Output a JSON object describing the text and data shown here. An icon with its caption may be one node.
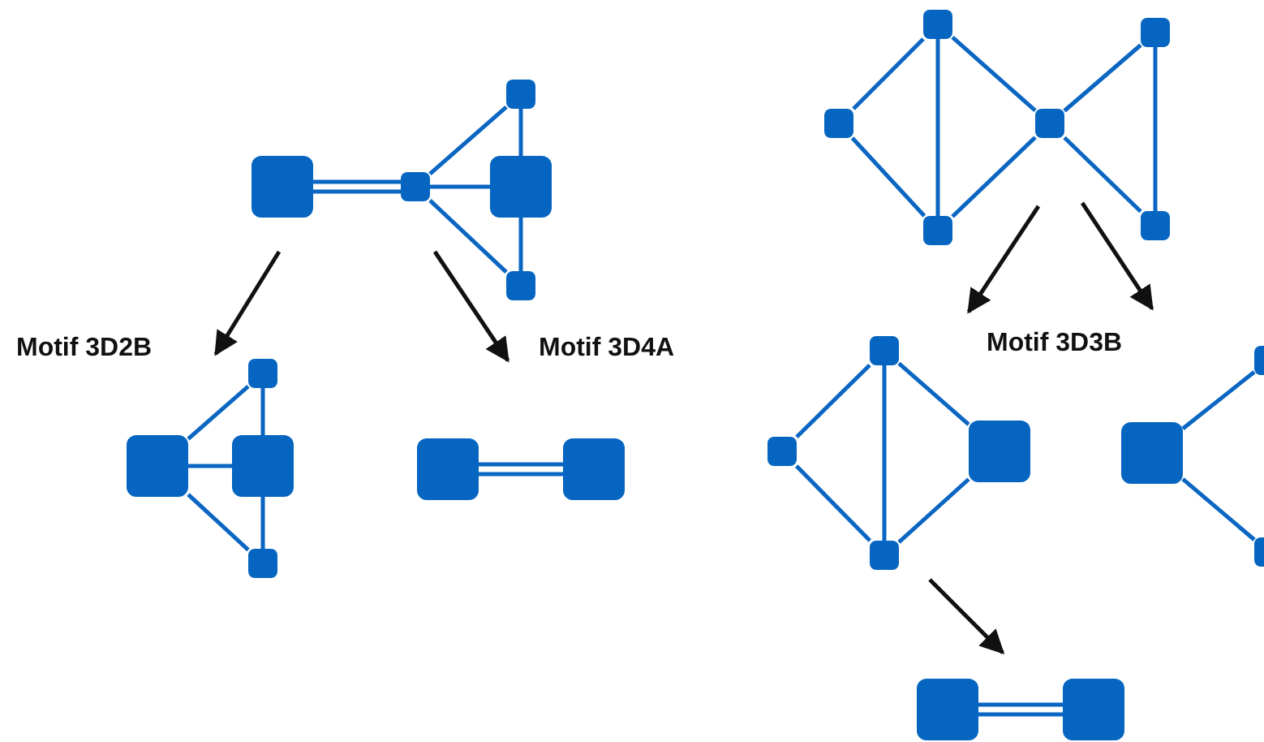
{
  "diagram": {
    "nodes": [
      {
        "text": [],
        "shape": "box"
      },
      {
        "text": [],
        "shape": "box"
      },
      {
        "text": [],
        "shape": "box"
      },
      {
        "text": [],
        "shape": "box"
      },
      {
        "text": [],
        "shape": "box"
      },
      {
        "text": [],
        "shape": "box"
      },
      {
        "text": [],
        "shape": "box"
      },
      {
        "text": [],
        "shape": "box"
      },
      {
        "text": [],
        "shape": "box"
      },
      {
        "text": [],
        "shape": "box"
      },
      {
        "text": [],
        "shape": "box"
      },
      {
        "text": [],
        "shape": "box"
      },
      {
        "text": [],
        "shape": "box"
      },
      {
        "text": [],
        "shape": "box"
      },
      {
        "text": [],
        "shape": "box"
      },
      {
        "text": [],
        "shape": "box"
      },
      {
        "text": [],
        "shape": "box"
      },
      {
        "text": [],
        "shape": "box"
      },
      {
        "text": [],
        "shape": "box"
      },
      {
        "text": [],
        "shape": "box"
      },
      {
        "text": [],
        "shape": "box"
      },
      {
        "text": [],
        "shape": "box"
      },
      {
        "text": [],
        "shape": "box"
      },
      {
        "text": [],
        "shape": "box"
      },
      {
        "text": [],
        "shape": "box"
      },
      {
        "text": [],
        "shape": "box"
      }
    ],
    "edges": [
      {
        "from": 0,
        "to": 1,
        "arrow": "none"
      },
      {
        "from": 0,
        "to": 1,
        "arrow": "none"
      },
      {
        "from": 1,
        "to": 2,
        "arrow": "none"
      },
      {
        "from": 1,
        "to": 3,
        "arrow": "none"
      },
      {
        "from": 1,
        "to": 4,
        "arrow": "none"
      },
      {
        "from": 2,
        "to": 3,
        "arrow": "none"
      },
      {
        "from": 3,
        "to": 4,
        "arrow": "none"
      },
      {
        "from": 6,
        "to": 5,
        "arrow": "none"
      },
      {
        "from": 6,
        "to": 7,
        "arrow": "none"
      },
      {
        "from": 6,
        "to": 8,
        "arrow": "none"
      },
      {
        "from": 5,
        "to": 7,
        "arrow": "none"
      },
      {
        "from": 7,
        "to": 8,
        "arrow": "none"
      },
      {
        "from": 9,
        "to": 10,
        "arrow": "none"
      },
      {
        "from": 9,
        "to": 10,
        "arrow": "none"
      },
      {
        "from": 13,
        "to": 11,
        "arrow": "none"
      },
      {
        "from": 13,
        "to": 15,
        "arrow": "none"
      },
      {
        "from": 11,
        "to": 15,
        "arrow": "none"
      },
      {
        "from": 11,
        "to": 14,
        "arrow": "none"
      },
      {
        "from": 15,
        "to": 14,
        "arrow": "none"
      },
      {
        "from": 14,
        "to": 12,
        "arrow": "none"
      },
      {
        "from": 14,
        "to": 16,
        "arrow": "none"
      },
      {
        "from": 12,
        "to": 16,
        "arrow": "none"
      },
      {
        "from": 18,
        "to": 17,
        "arrow": "none"
      },
      {
        "from": 18,
        "to": 20,
        "arrow": "none"
      },
      {
        "from": 17,
        "to": 20,
        "arrow": "none"
      },
      {
        "from": 17,
        "to": 19,
        "arrow": "none"
      },
      {
        "from": 20,
        "to": 19,
        "arrow": "none"
      },
      {
        "from": 22,
        "to": 21,
        "arrow": "none"
      },
      {
        "from": 22,
        "to": 23,
        "arrow": "none"
      },
      {
        "from": 24,
        "to": 25,
        "arrow": "none"
      },
      {
        "from": 24,
        "to": 25,
        "arrow": "none"
      }
    ],
    "labels": [
      "Motif 3D2B",
      "Motif 3D4A",
      "Motif 3D3B"
    ]
  }
}
